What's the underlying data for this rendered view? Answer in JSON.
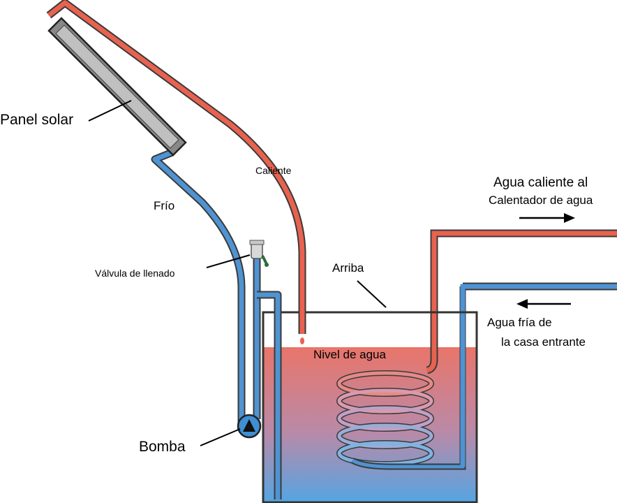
{
  "labels": {
    "panel_solar": "Panel solar",
    "caliente": "Caliente",
    "frio": "Frío",
    "valvula_llenado": "Válvula de llenado",
    "arriba": "Arriba",
    "nivel_agua": "Nivel de agua",
    "bomba": "Bomba",
    "agua_caliente_line1": "Agua caliente al",
    "agua_caliente_line2": "Calentador de agua",
    "agua_fria_line1": "Agua fría de",
    "agua_fria_line2": "la casa entrante"
  },
  "colors": {
    "hot_pipe": "#e8624f",
    "cold_pipe": "#4f93d2",
    "pipe_outline": "#3a3a3a",
    "water_top": "#e9756a",
    "water_bottom": "#5aa6e0",
    "panel_fill": "#b8b8b8",
    "pump_fill": "#3e8fd4"
  }
}
